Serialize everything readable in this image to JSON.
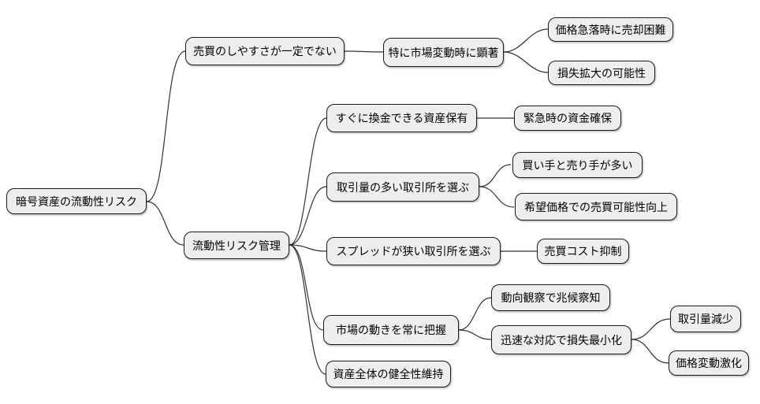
{
  "diagram": {
    "type": "mindmap",
    "direction": "left-to-right",
    "colors": {
      "background": "#ffffff",
      "node_fill": "#eeeeee",
      "node_border": "#1a1a1a",
      "edge": "#333333",
      "text": "#000000"
    },
    "tree": {
      "label": "暗号資産の流動性リスク",
      "children": [
        {
          "label": "売買のしやすさが一定でない",
          "children": [
            {
              "label": "特に市場変動時に顕著",
              "children": [
                {
                  "label": "価格急落時に売却困難"
                },
                {
                  "label": "損失拡大の可能性"
                }
              ]
            }
          ]
        },
        {
          "label": "流動性リスク管理",
          "children": [
            {
              "label": "すぐに換金できる資産保有",
              "children": [
                {
                  "label": "緊急時の資金確保"
                }
              ]
            },
            {
              "label": "取引量の多い取引所を選ぶ",
              "children": [
                {
                  "label": "買い手と売り手が多い"
                },
                {
                  "label": "希望価格での売買可能性向上"
                }
              ]
            },
            {
              "label": "スプレッドが狭い取引所を選ぶ",
              "children": [
                {
                  "label": "売買コスト抑制"
                }
              ]
            },
            {
              "label": "市場の動きを常に把握",
              "children": [
                {
                  "label": "動向観察で兆候察知"
                },
                {
                  "label": "迅速な対応で損失最小化",
                  "children": [
                    {
                      "label": "取引量減少"
                    },
                    {
                      "label": "価格変動激化"
                    }
                  ]
                }
              ]
            },
            {
              "label": "資産全体の健全性維持"
            }
          ]
        }
      ]
    }
  }
}
